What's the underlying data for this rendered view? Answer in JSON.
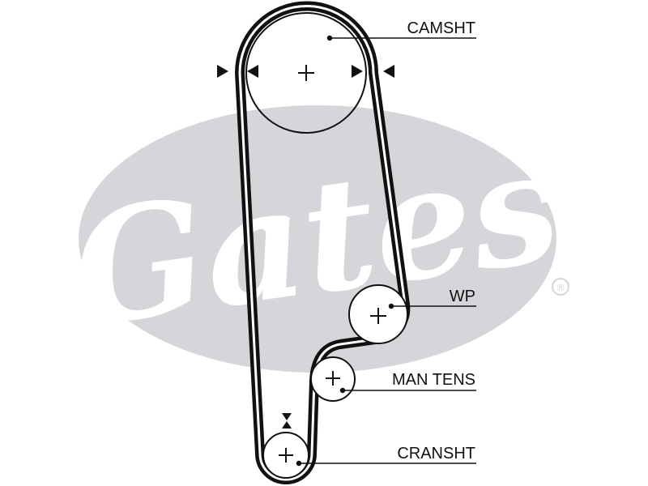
{
  "brand": {
    "logo_text": "Gates",
    "registered_mark": "®",
    "logo_color": "#d6d6da"
  },
  "diagram": {
    "line_color": "#111111",
    "labels": {
      "camshaft": "CAMSHT",
      "water_pump": "WP",
      "tensioner": "MAN TENS",
      "crankshaft": "CRANSHT"
    }
  }
}
